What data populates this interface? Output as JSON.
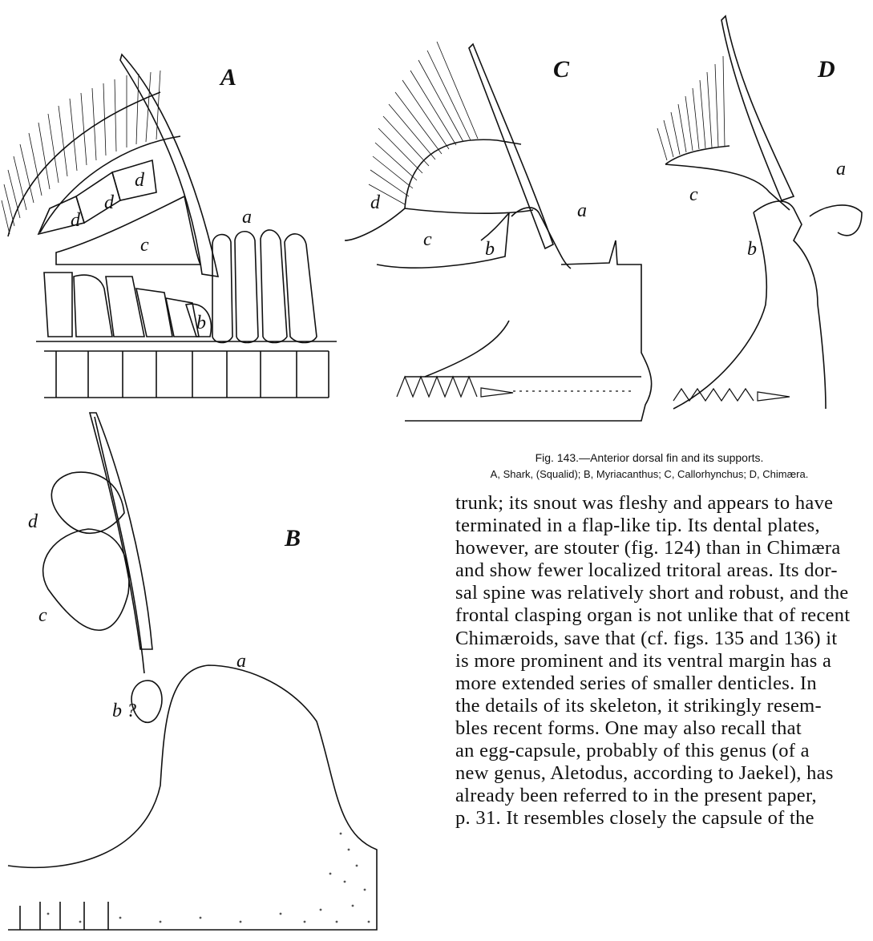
{
  "figure": {
    "panels": {
      "A": {
        "letter": "A",
        "labels": {
          "a": "a",
          "b": "b",
          "c": "c",
          "d1": "d",
          "d2": "d",
          "d3": "d"
        }
      },
      "B": {
        "letter": "B",
        "labels": {
          "a": "a",
          "b": "b ?",
          "c": "c",
          "d": "d"
        }
      },
      "C": {
        "letter": "C",
        "labels": {
          "a": "a",
          "b": "b",
          "c": "c",
          "d": "d"
        }
      },
      "D": {
        "letter": "D",
        "labels": {
          "a": "a",
          "b": "b",
          "c": "c"
        }
      }
    },
    "caption_title": "Fig. 143.—Anterior dorsal fin and its supports.",
    "caption_legend": "A, Shark, (Squalid); B, Myriacanthus; C, Callorhynchus; D, Chimæra."
  },
  "body_lines": [
    "trunk; its snout was fleshy and appears to have",
    "terminated in a flap-like tip.   Its dental plates,",
    "however, are stouter (fig. 124) than in Chimæra",
    "and show fewer localized tritoral areas.   Its dor-",
    "sal spine was relatively short and robust, and the",
    "frontal clasping organ is not unlike that of recent",
    "Chimæroids, save that (cf. figs. 135 and 136) it",
    "is more prominent and its ventral margin has a",
    "more extended series of smaller denticles.   In",
    "the details of its skeleton, it strikingly resem-",
    "bles recent forms.   One may also recall that",
    "an egg-capsule, probably of this genus (of a",
    "new genus, Aletodus, according to Jaekel), has",
    "already been referred to in the present paper,",
    "p. 31.   It resembles closely the capsule of the"
  ]
}
